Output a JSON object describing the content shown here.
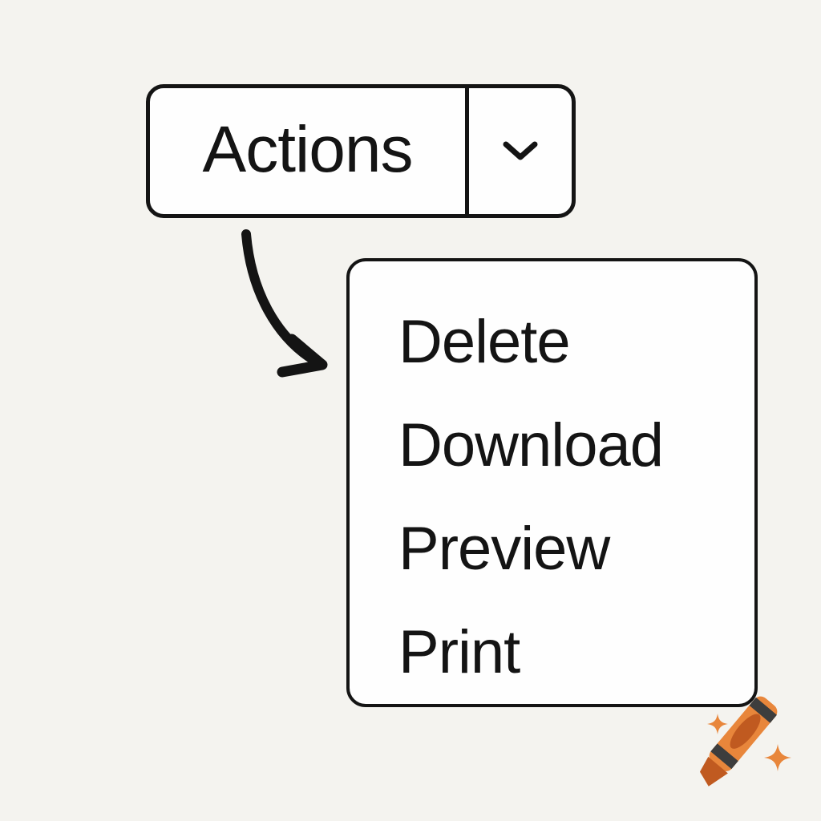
{
  "page": {
    "background_color": "#f4f3ef",
    "panel_color": "#fefefe",
    "ink_color": "#141414"
  },
  "actions_dropdown": {
    "label": "Actions",
    "chevron_icon": "chevron-down",
    "menu": {
      "items": [
        {
          "label": "Delete"
        },
        {
          "label": "Download"
        },
        {
          "label": "Preview"
        },
        {
          "label": "Print"
        }
      ]
    }
  },
  "annotation": {
    "arrow_icon": "curved-arrow-down-right"
  },
  "watermark": {
    "icon": "crayon-with-sparkles",
    "crayon_body_color": "#E8863B",
    "crayon_tip_color": "#C05A20",
    "band_color": "#3D3D3D",
    "sparkle_color": "#E8863B"
  }
}
